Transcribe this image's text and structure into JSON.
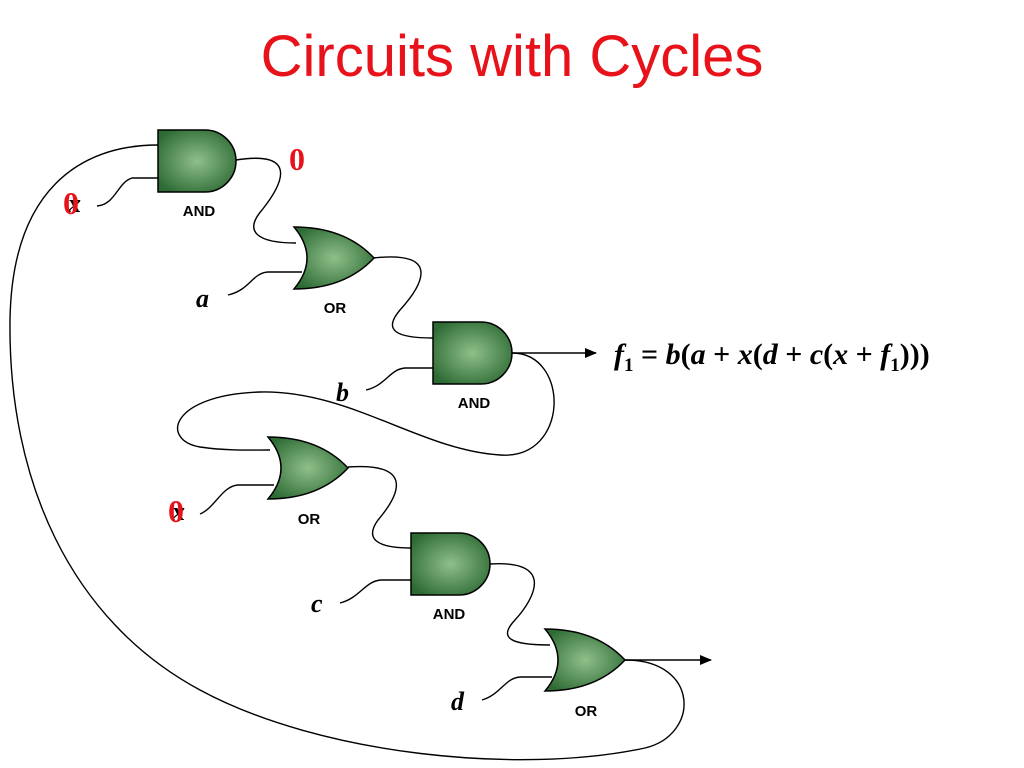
{
  "title": "Circuits with Cycles",
  "colors": {
    "title": "#e8121a",
    "value": "#e8121a",
    "gate_dark": "#2e6b34",
    "gate_light": "#8fbf8a",
    "wire": "#000000"
  },
  "gates": [
    {
      "id": "and1",
      "type": "AND",
      "label": "AND"
    },
    {
      "id": "or1",
      "type": "OR",
      "label": "OR"
    },
    {
      "id": "and2",
      "type": "AND",
      "label": "AND"
    },
    {
      "id": "or2",
      "type": "OR",
      "label": "OR"
    },
    {
      "id": "and3",
      "type": "AND",
      "label": "AND"
    },
    {
      "id": "or3",
      "type": "OR",
      "label": "OR"
    }
  ],
  "inputs": {
    "a": "a",
    "b": "b",
    "c": "c",
    "d": "d",
    "x_top": "x",
    "x_mid": "x"
  },
  "values": {
    "and1_output": "0",
    "x_top_value": "0",
    "x_mid_value": "0"
  },
  "formula": {
    "f": "f",
    "sub": "1",
    "equals": " = ",
    "b": "b",
    "a": "a",
    "x": "x",
    "d": "d",
    "c": "c",
    "plus": " + ",
    "open": "(",
    "close": ")"
  }
}
